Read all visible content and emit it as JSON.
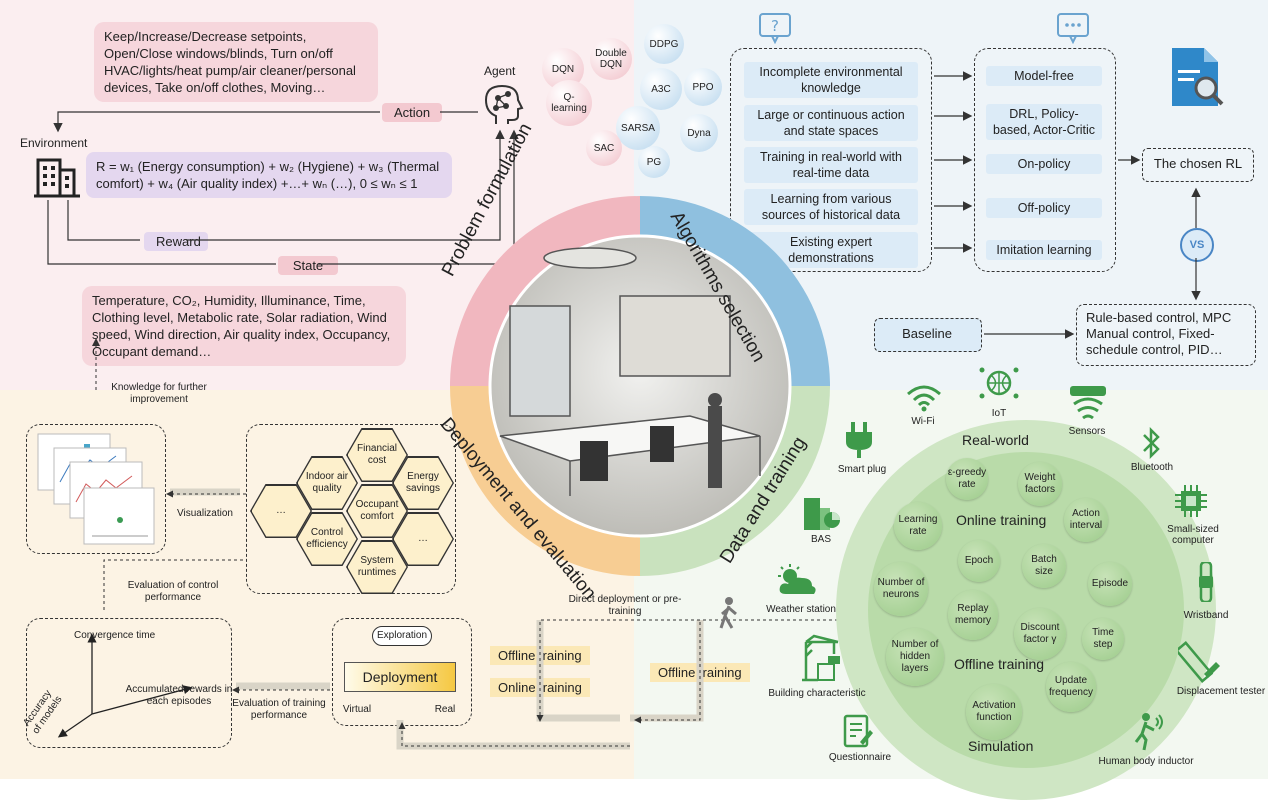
{
  "problem": {
    "actions_text": "Keep/Increase/Decrease setpoints, Open/Close windows/blinds, Turn on/off HVAC/lights/heat pump/air cleaner/personal devices, Take on/off clothes, Moving…",
    "action_label": "Action",
    "agent_label": "Agent",
    "environment_label": "Environment",
    "reward_formula": "R = w₁ (Energy consumption) + w₂ (Hygiene) + w₃ (Thermal comfort) + w₄ (Air quality index) +…+ wₙ (…), 0 ≤ wₙ ≤ 1",
    "reward_label": "Reward",
    "state_label": "State",
    "state_text": "Temperature, CO₂, Humidity, Illuminance, Time, Clothing level, Metabolic rate, Solar radiation, Wind speed, Wind direction, Air quality index, Occupancy, Occupant demand…",
    "knowledge_label": "Knowledge for further improvement"
  },
  "algorithms_bubbles": [
    "DQN",
    "Double DQN",
    "DDPG",
    "A3C",
    "PPO",
    "Q-learning",
    "SARSA",
    "Dyna",
    "SAC",
    "PG"
  ],
  "algorithms": {
    "left_items": [
      "Incomplete environmental knowledge",
      "Large or continuous action and state spaces",
      "Training in real-world with real-time data",
      "Learning from various sources of historical data",
      "Existing expert demonstrations"
    ],
    "right_items": [
      "Model-free",
      "DRL, Policy-based, Actor-Critic",
      "On-policy",
      "Off-policy",
      "Imitation learning"
    ],
    "chosen": "The chosen RL",
    "vs": "VS",
    "baseline": "Baseline",
    "baseline_methods": "Rule-based control, MPC Manual control, Fixed-schedule control, PID…"
  },
  "ring_labels": {
    "problem": "Problem formulation",
    "algorithms": "Algorithms selection",
    "data": "Data and training",
    "deployment": "Deployment and evaluation"
  },
  "data_training": {
    "real_world": "Real-world",
    "online_training": "Online training",
    "offline_training": "Offline training",
    "simulation": "Simulation",
    "nodes": [
      "ε-greedy rate",
      "Weight factors",
      "Action interval",
      "Learning rate",
      "Epoch",
      "Batch size",
      "Episode",
      "Number of neurons",
      "Replay memory",
      "Discount factor γ",
      "Time step",
      "Number of hidden layers",
      "Update frequency",
      "Activation function"
    ],
    "sensors": [
      "Wi-Fi",
      "IoT",
      "Sensors",
      "Smart plug",
      "Bluetooth",
      "BAS",
      "Small-sized computer",
      "Weather station",
      "Wristband",
      "Building characteristic",
      "Displacement tester",
      "Questionnaire",
      "Human body inductor"
    ]
  },
  "deployment": {
    "visualization": "Visualization",
    "hexes": [
      "Financial cost",
      "Indoor air quality",
      "Energy savings",
      "Occupant comfort",
      "…",
      "Control efficiency",
      "…",
      "System runtimes"
    ],
    "eval_control": "Evaluation of control performance",
    "eval_training": "Evaluation of training performance",
    "convergence": "Convergence time",
    "accumulated": "Accumulated rewards in each episodes",
    "accuracy": "Accuracy of models",
    "exploration": "Exploration",
    "deployment": "Deployment",
    "virtual": "Virtual",
    "real": "Real",
    "offline1": "Offline training",
    "online": "Online training",
    "offline2": "Offline training",
    "direct": "Direct deployment or pre-training"
  },
  "colors": {
    "pink_bg": "#fbeef0",
    "blue_bg": "#eef4f8",
    "yellow_bg": "#fcf3e4",
    "green_bg": "#f3f8f1",
    "ring_pink": "#f1b7bf",
    "ring_blue": "#8fc0df",
    "ring_green": "#c9e2be",
    "ring_orange": "#f7cd93"
  }
}
